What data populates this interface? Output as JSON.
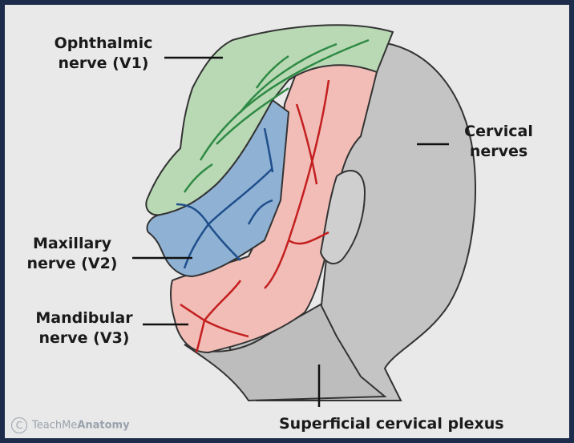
{
  "labels": {
    "ophthalmic": [
      "Ophthalmic",
      "nerve (V1)"
    ],
    "maxillary": [
      "Maxillary",
      "nerve (V2)"
    ],
    "mandibular": [
      "Mandibular",
      "nerve (V3)"
    ],
    "cervical": [
      "Cervical",
      "nerves"
    ],
    "plexus": "Superficial cervical plexus"
  },
  "watermark": {
    "symbol": "C",
    "prefix": "TeachMe",
    "brand": "Anatomy"
  },
  "colors": {
    "frame": "#1c2c4a",
    "ophthalmic_region": "#b9d9b5",
    "maxillary_region": "#8fb2d4",
    "mandibular_region": "#f2bdb7",
    "cervical_region": "#c4c4c4",
    "nerve_green": "#2f8a45",
    "nerve_blue": "#1f4f8c",
    "nerve_red": "#c41f1f"
  }
}
